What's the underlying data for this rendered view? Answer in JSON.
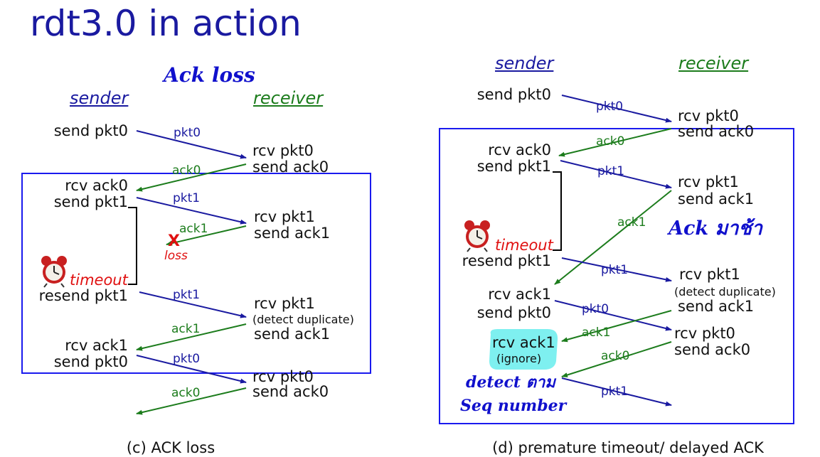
{
  "title": "rdt3.0 in action",
  "left": {
    "sender_header": "sender",
    "receiver_header": "receiver",
    "annotation": "Ack loss",
    "sender_events": [
      "send pkt0",
      "rcv ack0",
      "send pkt1",
      "resend pkt1",
      "rcv ack1",
      "send pkt0"
    ],
    "receiver_events": [
      "rcv pkt0",
      "send ack0",
      "rcv pkt1",
      "send ack1",
      "rcv pkt1",
      "(detect duplicate)",
      "send ack1",
      "rcv pkt0",
      "send ack0"
    ],
    "messages": [
      "pkt0",
      "ack0",
      "pkt1",
      "ack1",
      "pkt1",
      "ack1",
      "pkt0",
      "ack0"
    ],
    "loss_mark": "X",
    "loss_label": "loss",
    "timeout_label": "timeout",
    "caption": "(c) ACK loss"
  },
  "right": {
    "sender_header": "sender",
    "receiver_header": "receiver",
    "annotation": "Ack มาช้า",
    "annotation2_line1": "detect ตาม",
    "annotation2_line2": "Seq number",
    "sender_events": [
      "send pkt0",
      "rcv ack0",
      "send pkt1",
      "resend pkt1",
      "rcv ack1",
      "send pkt0",
      "rcv ack1",
      "(ignore)"
    ],
    "receiver_events": [
      "rcv pkt0",
      "send ack0",
      "rcv pkt1",
      "send ack1",
      "rcv pkt1",
      "(detect duplicate)",
      "send ack1",
      "rcv pkt0",
      "send ack0"
    ],
    "messages": [
      "pkt0",
      "ack0",
      "pkt1",
      "ack1",
      "pkt1",
      "pkt0",
      "ack1",
      "ack0",
      "pkt1"
    ],
    "timeout_label": "timeout",
    "caption": "(d) premature timeout/ delayed ACK"
  },
  "colors": {
    "title": "#1a1aa0",
    "packet": "#1a1aa0",
    "ack": "#1c7c1c",
    "loss": "#e01010",
    "highlight": "#7ef0f0"
  }
}
